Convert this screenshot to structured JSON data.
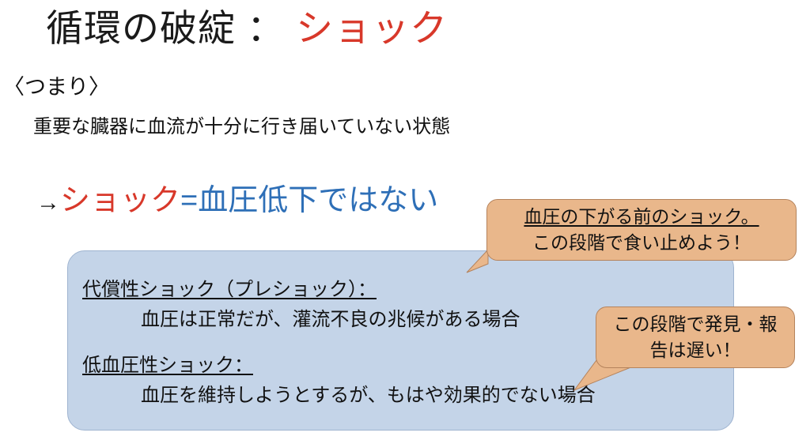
{
  "slide": {
    "background_color": "#ffffff",
    "title": {
      "main": "循環の破綻",
      "separator": "：",
      "highlight": "ショック",
      "highlight_color": "#d8382a"
    },
    "intro": {
      "label": "〈つまり〉",
      "body": "重要な臓器に血流が十分に行き届いていない状態"
    },
    "equation": {
      "arrow": "→",
      "red_term": "ショック",
      "blue_term": "=血圧低下ではない",
      "red_color": "#d8382a",
      "blue_color": "#2e6fb7"
    },
    "panel": {
      "fill_color": "#c4d4e8",
      "border_color": "#9fb4d0",
      "items": [
        {
          "heading": "代償性ショック（プレショック）：",
          "detail": "血圧は正常だが、灌流不良の兆候がある場合"
        },
        {
          "heading": "低血圧性ショック：",
          "detail": "血圧を維持しようとするが、もはや効果的でない場合"
        }
      ]
    },
    "callouts": [
      {
        "fill_color": "#e9b78b",
        "border_color": "#b5835c",
        "line1": "血圧の下がる前のショック。",
        "line2": "この段階で食い止めよう！"
      },
      {
        "fill_color": "#e9b78b",
        "border_color": "#b5835c",
        "line1": "この段階で発見・報",
        "line2": "告は遅い！"
      }
    ]
  }
}
